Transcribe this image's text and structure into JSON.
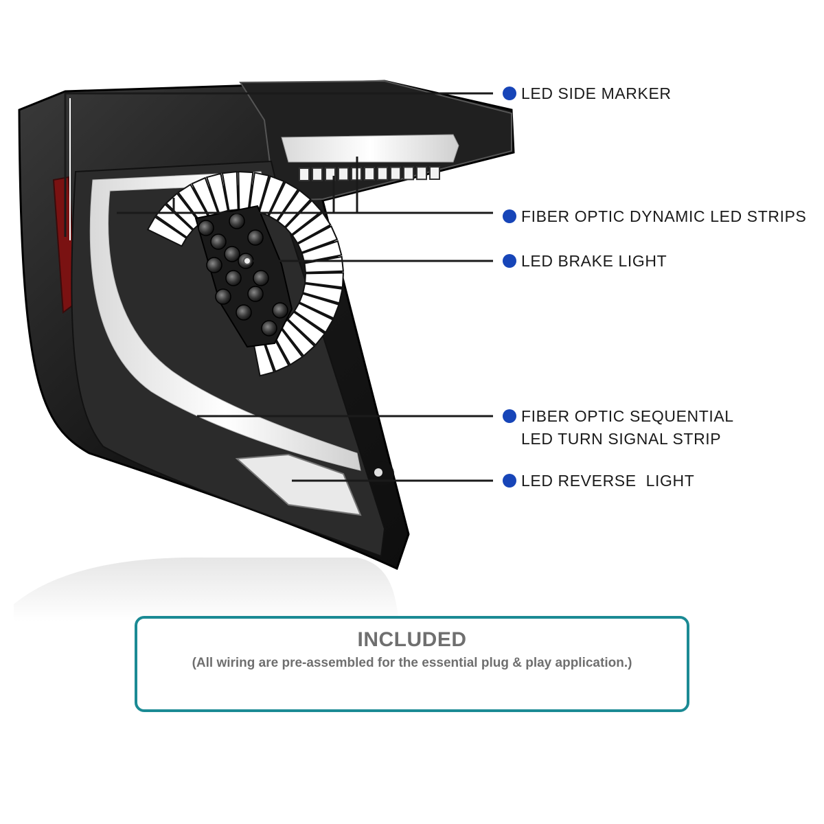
{
  "callouts": [
    {
      "lines": [
        "LED SIDE MARKER"
      ]
    },
    {
      "lines": [
        "FIBER OPTIC DYNAMIC LED STRIPS"
      ]
    },
    {
      "lines": [
        "LED BRAKE LIGHT"
      ]
    },
    {
      "lines": [
        "FIBER OPTIC SEQUENTIAL",
        "LED TURN SIGNAL STRIP"
      ]
    },
    {
      "lines": [
        "LED REVERSE  LIGHT"
      ]
    }
  ],
  "included": {
    "title": "INCLUDED",
    "note": "(All wiring are pre-assembled for the essential plug & play application.)"
  },
  "colors": {
    "bullet": "#1745b8",
    "box_border": "#1b8a94",
    "text_gray": "#6f6f6f",
    "housing": "#1c1c1c"
  }
}
